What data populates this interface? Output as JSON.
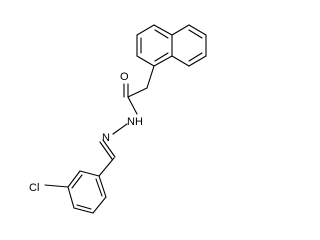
{
  "labels": {
    "oxygen": "O",
    "nh": "NH",
    "nitrogen": "N",
    "chlorine": "Cl"
  },
  "colors": {
    "bond": "#000000",
    "text": "#000000",
    "background": "#ffffff"
  }
}
